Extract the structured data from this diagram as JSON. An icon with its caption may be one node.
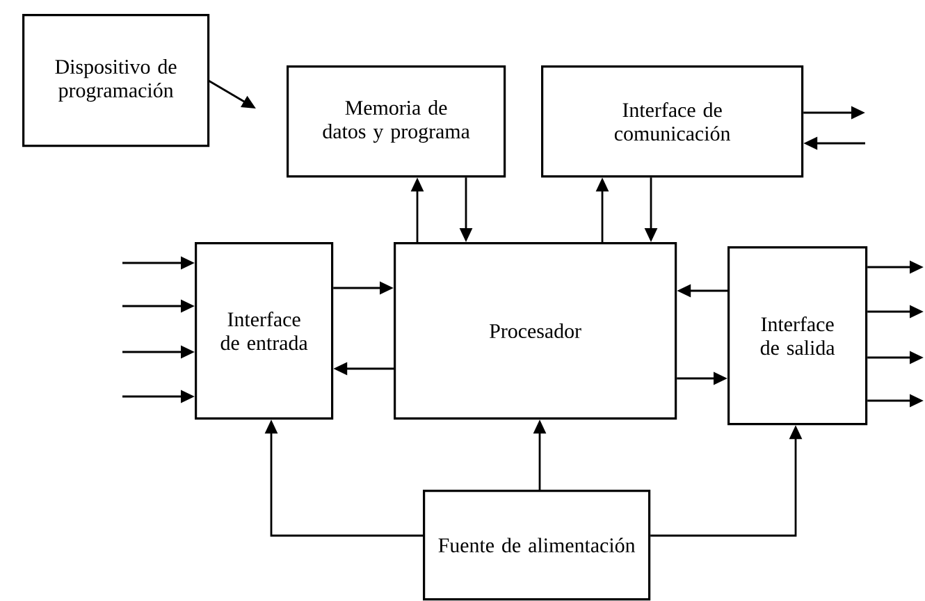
{
  "diagram": {
    "nodes": [
      {
        "text": [
          "Dispositivo de programación"
        ]
      },
      {
        "text": [
          "Memoria de datos y programa"
        ]
      },
      {
        "text": [
          "Interface de comunicación"
        ]
      },
      {
        "text": [
          "Interface de entrada"
        ]
      },
      {
        "text": [
          "Procesador"
        ]
      },
      {
        "text": [
          "Interface de salida"
        ]
      },
      {
        "text": [
          "Fuente de alimentación"
        ]
      }
    ],
    "edges": [
      {
        "from": 0,
        "to": null,
        "arrow": "to"
      },
      {
        "from": 4,
        "to": 1,
        "arrow": "to"
      },
      {
        "from": 1,
        "to": 4,
        "arrow": "to"
      },
      {
        "from": 4,
        "to": 2,
        "arrow": "to"
      },
      {
        "from": 2,
        "to": 4,
        "arrow": "to"
      },
      {
        "from": 2,
        "to": null,
        "arrow": "to"
      },
      {
        "from": null,
        "to": 2,
        "arrow": "to"
      },
      {
        "from": null,
        "to": 3,
        "arrow": "to"
      },
      {
        "from": null,
        "to": 3,
        "arrow": "to"
      },
      {
        "from": null,
        "to": 3,
        "arrow": "to"
      },
      {
        "from": null,
        "to": 3,
        "arrow": "to"
      },
      {
        "from": 3,
        "to": 4,
        "arrow": "to"
      },
      {
        "from": 4,
        "to": 3,
        "arrow": "to"
      },
      {
        "from": 5,
        "to": 4,
        "arrow": "to"
      },
      {
        "from": 4,
        "to": 5,
        "arrow": "to"
      },
      {
        "from": 5,
        "to": null,
        "arrow": "to"
      },
      {
        "from": 5,
        "to": null,
        "arrow": "to"
      },
      {
        "from": 5,
        "to": null,
        "arrow": "to"
      },
      {
        "from": 5,
        "to": null,
        "arrow": "to"
      },
      {
        "from": 6,
        "to": 3,
        "arrow": "to"
      },
      {
        "from": 6,
        "to": 4,
        "arrow": "to"
      },
      {
        "from": 6,
        "to": 5,
        "arrow": "to"
      }
    ]
  }
}
